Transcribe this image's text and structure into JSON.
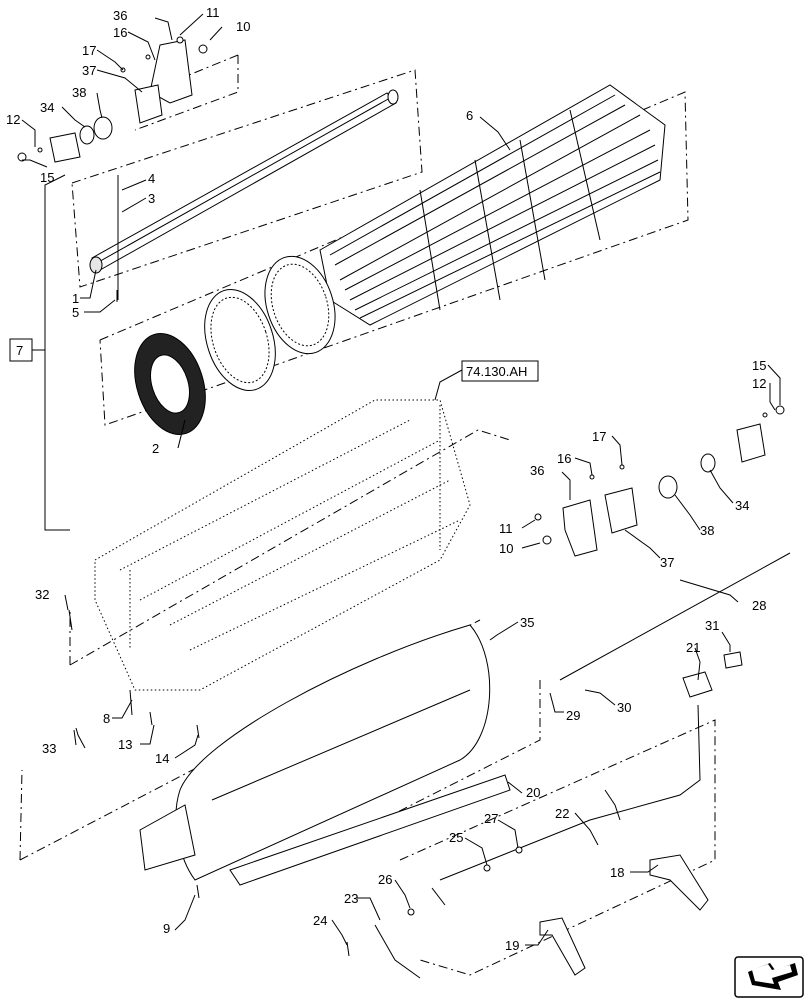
{
  "reference_box": "74.130.AH",
  "group_label": "7",
  "callouts": {
    "c1": "1",
    "c2": "2",
    "c3": "3",
    "c4": "4",
    "c5": "5",
    "c6": "6",
    "c8": "8",
    "c9": "9",
    "c10a": "10",
    "c10b": "10",
    "c11a": "11",
    "c11b": "11",
    "c12a": "12",
    "c12b": "12",
    "c13": "13",
    "c14": "14",
    "c15a": "15",
    "c15b": "15",
    "c16a": "16",
    "c16b": "16",
    "c17a": "17",
    "c17b": "17",
    "c18": "18",
    "c19": "19",
    "c20": "20",
    "c21": "21",
    "c22": "22",
    "c23": "23",
    "c24": "24",
    "c25": "25",
    "c26": "26",
    "c27": "27",
    "c28": "28",
    "c29": "29",
    "c30": "30",
    "c31": "31",
    "c32": "32",
    "c33": "33",
    "c34a": "34",
    "c34b": "34",
    "c35": "35",
    "c36a": "36",
    "c36b": "36",
    "c37a": "37",
    "c37b": "37",
    "c38a": "38",
    "c38b": "38"
  },
  "icons": {
    "nav": "navigation-arrow-icon"
  }
}
